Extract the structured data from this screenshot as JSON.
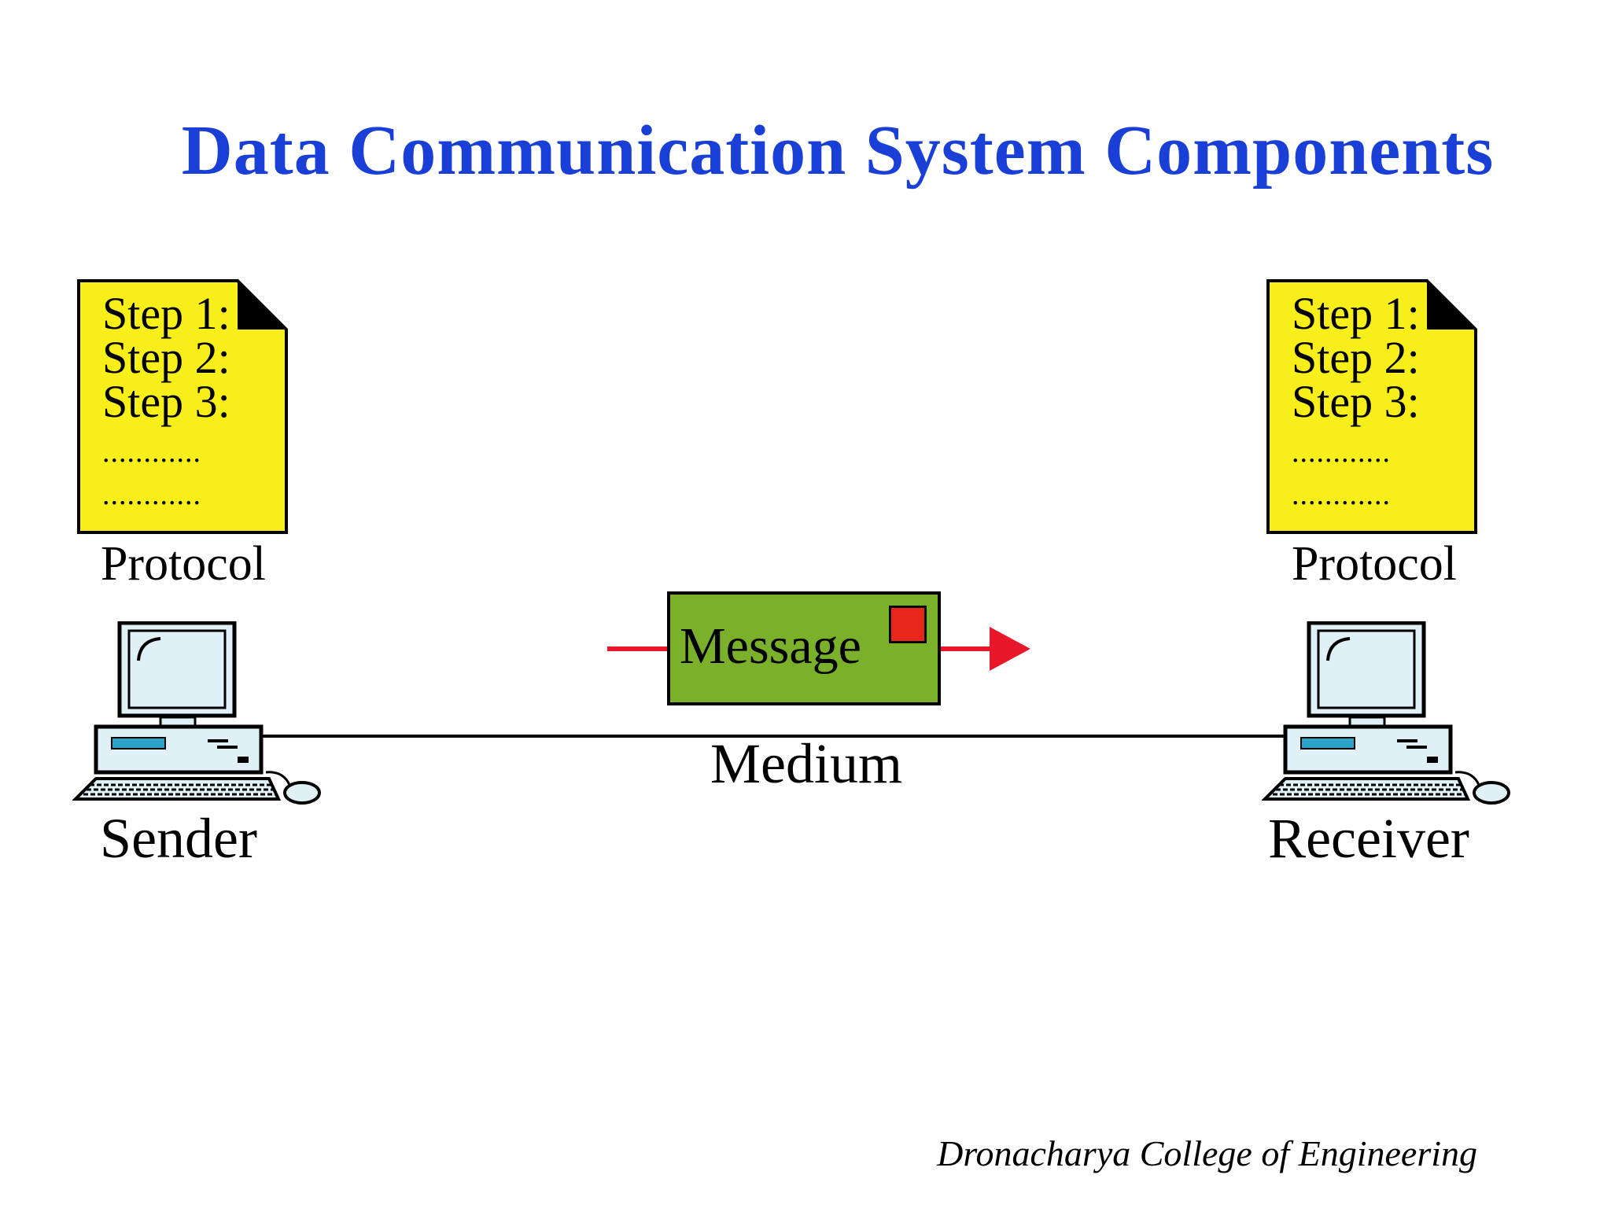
{
  "title": "Data Communication System Components",
  "left_protocol": {
    "steps": [
      "Step 1:",
      "Step 2:",
      "Step 3:"
    ],
    "dots": [
      "............",
      "............"
    ],
    "label": "Protocol"
  },
  "right_protocol": {
    "steps": [
      "Step 1:",
      "Step 2:",
      "Step 3:"
    ],
    "dots": [
      "............",
      "............"
    ],
    "label": "Protocol"
  },
  "sender_label": "Sender",
  "receiver_label": "Receiver",
  "message_label": "Message",
  "medium_label": "Medium",
  "footer": "Dronacharya College of Engineering",
  "colors": {
    "title": "#1a3fd6",
    "document": "#f7ee1a",
    "message": "#7ab02a",
    "stamp": "#e8261b",
    "arrow": "#e8182a",
    "screen": "#dff0f6",
    "drive": "#2aa5c8"
  }
}
